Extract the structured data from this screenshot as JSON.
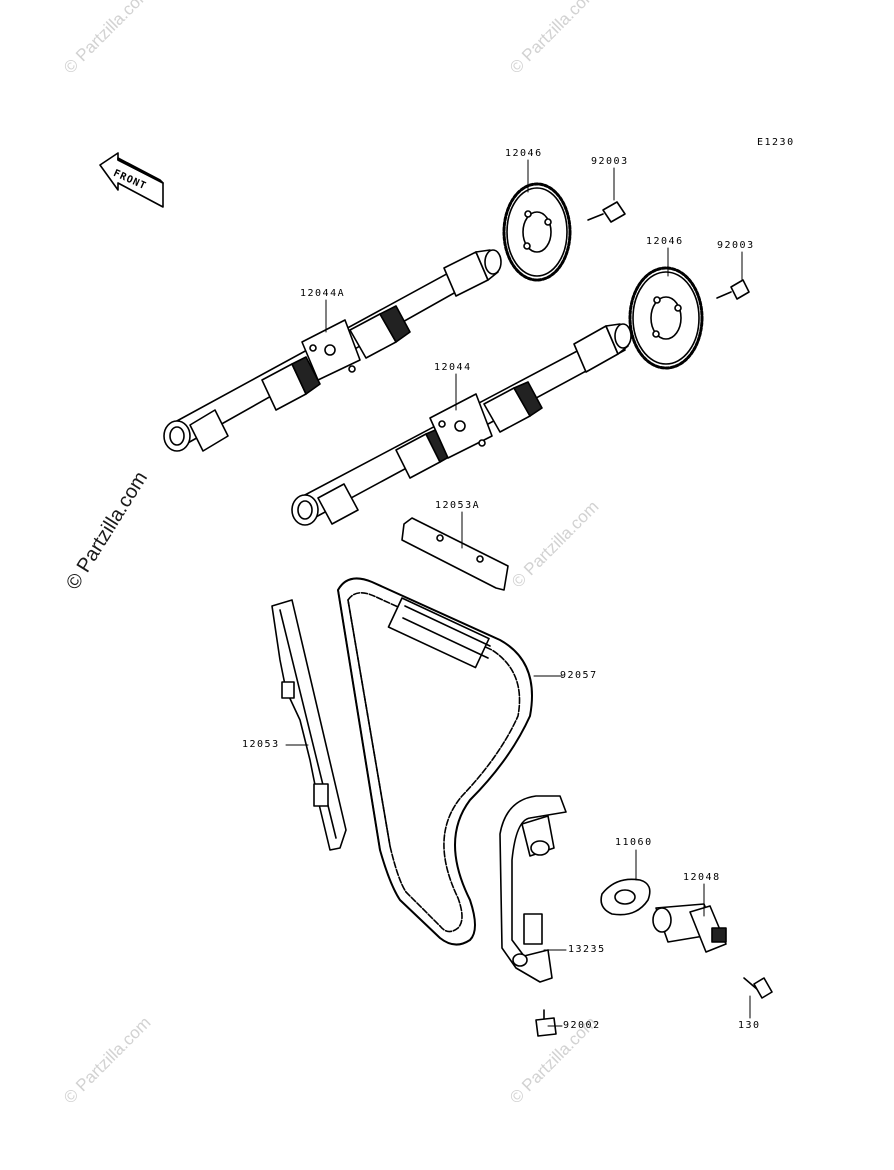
{
  "diagram_code": "E1230",
  "front_label": "FRONT",
  "watermark": "© Partzilla.com",
  "parts": [
    {
      "number": "12046"
    },
    {
      "number": "92003"
    },
    {
      "number": "12046"
    },
    {
      "number": "92003"
    },
    {
      "number": "12044A"
    },
    {
      "number": "12044"
    },
    {
      "number": "12053A"
    },
    {
      "number": "92057"
    },
    {
      "number": "12053"
    },
    {
      "number": "11060"
    },
    {
      "number": "12048"
    },
    {
      "number": "13235"
    },
    {
      "number": "92002"
    },
    {
      "number": "130"
    }
  ]
}
